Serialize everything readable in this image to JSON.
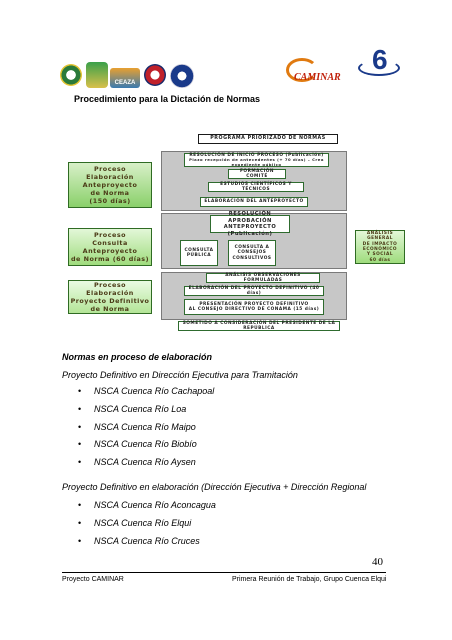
{
  "section_title": "Procedimiento para la Dictación de Normas",
  "logos": {
    "ceaza": "CEAZA",
    "caminar": "CAMINAR",
    "six": "6"
  },
  "diagram": {
    "top_box": "PROGRAMA PRIORIZADO DE NORMAS",
    "resolucion_inicio": "RESOLUCIÓN DE INICIO PROCESO (Publicación)",
    "plazo": "Plazo recepción de antecedentes (+ 70 días) – Crea expediente público",
    "stage1_label": "Proceso Elaboración\nAnteproyecto\nde Norma\n(150 días)",
    "formacion": "FORMACIÓN COMITÉ",
    "estudios": "ESTUDIOS CIENTÍFICOS Y TÉCNICOS",
    "elaboracion_ante": "ELABORACIÓN DEL ANTEPROYECTO",
    "resolucion_aprobacion": "RESOLUCIÓN APROBACIÓN\nANTEPROYECTO (Publicación)",
    "stage2_label": "Proceso\nConsulta\nAnteproyecto\nde Norma (60 días)",
    "consulta_publica": "CONSULTA\nPÚBLICA",
    "consulta_consejos": "CONSULTA A\nCONSEJOS\nCONSULTIVOS",
    "analisis_general": "ANÁLISIS GENERAL\nDE IMPACTO\nECONÓMICO\nY SOCIAL\n60 días",
    "analisis_obs": "ANÁLISIS OBSERVACIONES FORMULADAS",
    "stage3_label": "Proceso Elaboración\nProyecto Definitivo\nde Norma",
    "elaboracion_def": "ELABORACIÓN DEL PROYECTO DEFINITIVO (40 días)",
    "presentacion": "PRESENTACIÓN PROYECTO DEFINITIVO\nAL CONSEJO DIRECTIVO DE CONAMA (15 días)",
    "sometido": "SOMETIDO A CONSIDERACIÓN DEL PRESIDENTE DE LA REPÚBLICA"
  },
  "list_heading": "Normas en proceso de elaboración",
  "group1_title": "Proyecto Definitivo en Dirección Ejecutiva para Tramitación",
  "group1_items": [
    "NSCA Cuenca Río Cachapoal",
    "NSCA Cuenca Río Loa",
    "NSCA Cuenca Río Maipo",
    "NSCA Cuenca Río Biobío",
    "NSCA Cuenca Río Aysen"
  ],
  "group2_title": "Proyecto Definitivo en elaboración  (Dirección Ejecutiva + Dirección Regional",
  "group2_items": [
    "NSCA Cuenca Río Aconcagua",
    "NSCA Cuenca Río Elqui",
    "NSCA Cuenca Río Cruces"
  ],
  "page_number": "40",
  "footer_left": "Proyecto CAMINAR",
  "footer_right": "Primera Reunión de Trabajo, Grupo Cuenca Elqui",
  "colors": {
    "green_box_border": "#2f6b23",
    "gray_container": "#c7c7c7",
    "caminar_orange": "#e07a10"
  }
}
